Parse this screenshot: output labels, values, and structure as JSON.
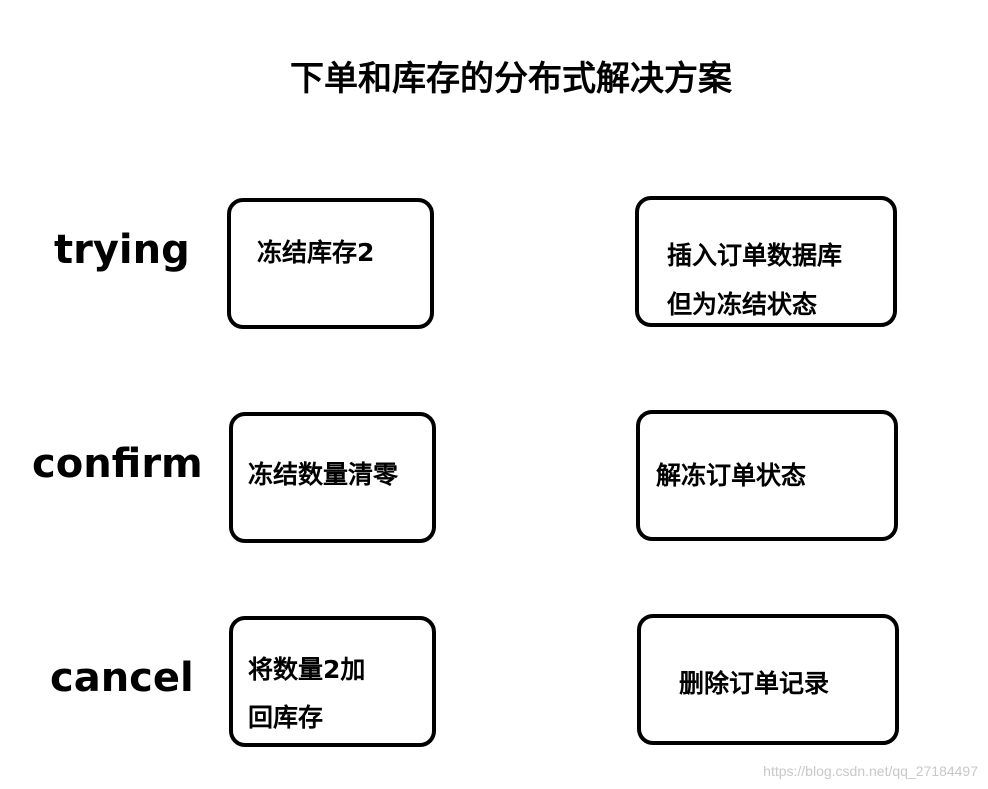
{
  "title": "下单和库存的分布式解决方案",
  "phases": {
    "trying": "trying",
    "confirm": "confirm",
    "cancel": "cancel"
  },
  "inventory": {
    "trying": [
      "冻结库存2"
    ],
    "confirm": [
      "冻结数量清零"
    ],
    "cancel": [
      "将数量2加",
      "回库存"
    ]
  },
  "order": {
    "trying": [
      "插入订单数据库",
      "但为冻结状态"
    ],
    "confirm": [
      "解冻订单状态"
    ],
    "cancel": [
      "删除订单记录"
    ]
  },
  "watermark": "https://blog.csdn.net/qq_27184497"
}
